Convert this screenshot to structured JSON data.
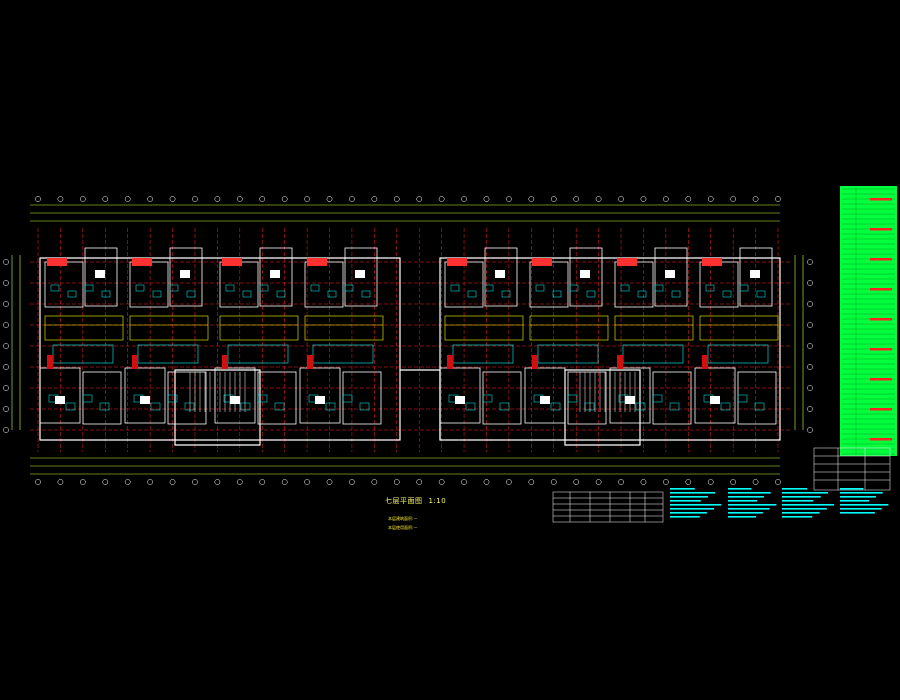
{
  "drawing": {
    "title": "七层平面图",
    "scale": "1:10",
    "notes": [
      "本层建筑面积:—",
      "本层使用面积:—"
    ]
  },
  "colors": {
    "background": "#000000",
    "wall": "#ffffff",
    "axis": "#ff2020",
    "dimension": "#c8ff40",
    "room": "#ffff00",
    "fixture": "#00ffff",
    "schedule": "#00ff3c",
    "table_text": "#00ffff"
  },
  "axis_markers_top_count": 34,
  "axis_markers_side_count": 9
}
